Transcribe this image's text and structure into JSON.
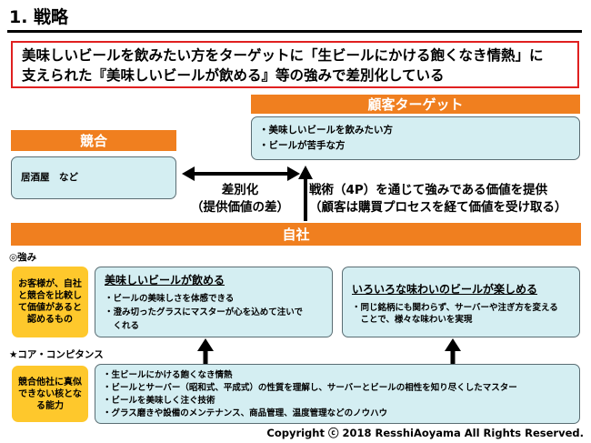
{
  "title": "1. 戦略",
  "summary": {
    "line1": "美味しいビールを飲みたい方をターゲットに「生ビールにかける飽くなき情熱」に",
    "line2": "支えられた『美味しいビールが飲める』等の強みで差別化している"
  },
  "target": {
    "header": "顧客ターゲット",
    "items": [
      "・美味しいビールを飲みたい方",
      "・ビールが苦手な方"
    ]
  },
  "competitor": {
    "header": "競合",
    "text": "居酒屋　など"
  },
  "differentiation": {
    "line1": "差別化",
    "line2": "（提供価値の差）"
  },
  "technique": {
    "line1": "戦術（4P）を通じて強みである価値を提供",
    "line2": "（顧客は購買プロセスを経て価値を受け取る）"
  },
  "company_header": "自社",
  "strengths": {
    "label": "◎強み",
    "badge": "お客様が、自社と競合を比較して価値があると認めるもの",
    "box1": {
      "heading": "美味しいビールが飲める",
      "items": [
        "・ビールの美味しさを体感できる",
        "・澄み切ったグラスにマスターが心を込めて注いで",
        "　くれる"
      ]
    },
    "box2": {
      "heading": "いろいろな味わいのビールが楽しめる",
      "items": [
        "・同じ銘柄にも関わらず、サーバーや注ぎ方を変える",
        "　ことで、様々な味わいを実現"
      ]
    }
  },
  "core": {
    "label": "★コア・コンピタンス",
    "badge": "競合他社に真似できない核となる能力",
    "items": [
      "・生ビールにかける飽くなき情熱",
      "・ビールとサーバー（昭和式、平成式）の性質を理解し、サーバーとビールの相性を知り尽くしたマスター",
      "・ビールを美味しく注ぐ技術",
      "・グラス磨きや設備のメンテナンス、商品管理、温度管理などのノウハウ"
    ]
  },
  "copyright": "Copyright ⓒ 2018 ResshiAoyama All Rights Reserved.",
  "colors": {
    "orange_bar": "#f07f1f",
    "teal_box": "#d4eef2",
    "yellow_badge": "#fec82c",
    "summary_border": "#e02020"
  }
}
